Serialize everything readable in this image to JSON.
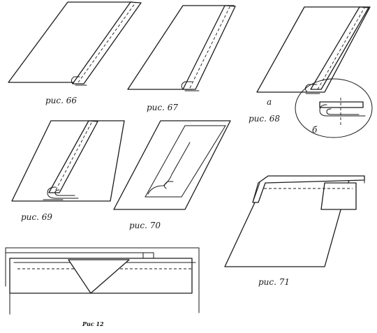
{
  "figures": {
    "fig66": {
      "caption": "рис. 66"
    },
    "fig67": {
      "caption": "рис. 67"
    },
    "fig68": {
      "caption": "рис. 68",
      "label_a": "а",
      "label_b": "б"
    },
    "fig69": {
      "caption": "рис. 69"
    },
    "fig70": {
      "caption": "рис. 70"
    },
    "fig71": {
      "caption": "рис. 71"
    },
    "fig12": {
      "caption": "Рис 12"
    }
  }
}
